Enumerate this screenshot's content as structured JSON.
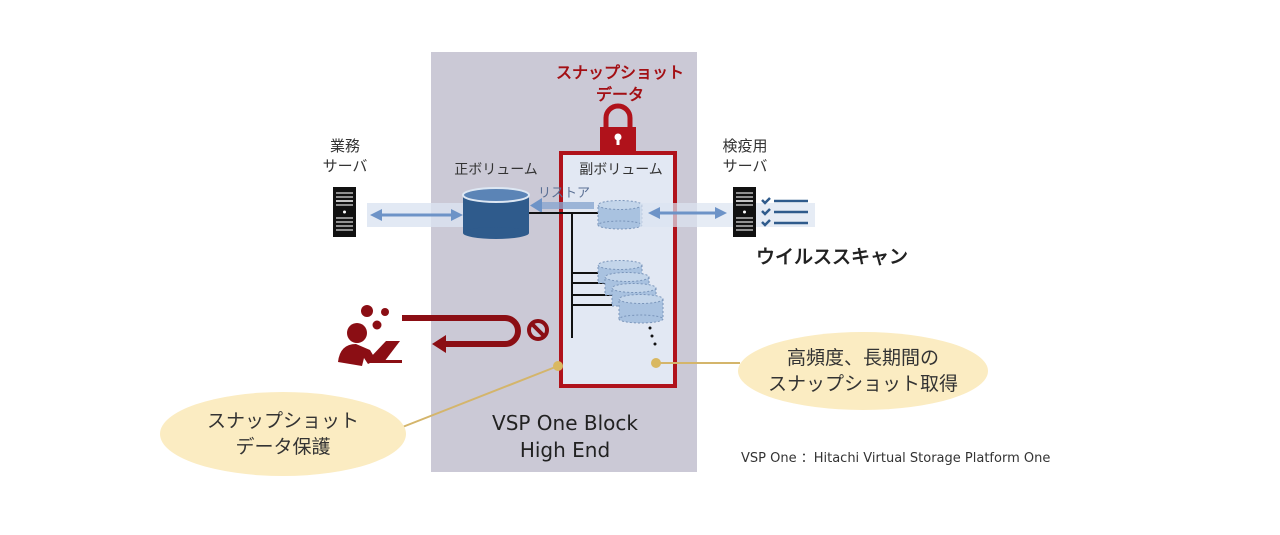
{
  "diagram": {
    "snapshot_title": [
      "スナップショット",
      "データ"
    ],
    "business_server": [
      "業務",
      "サーバ"
    ],
    "quarantine_server": [
      "検疫用",
      "サーバ"
    ],
    "primary_volume": "正ボリューム",
    "secondary_volume": "副ボリューム",
    "restore": "リストア",
    "virus_scan": "ウイルススキャン",
    "product": [
      "VSP One Block",
      "High End"
    ],
    "callout_left": [
      "スナップショット",
      "データ保護"
    ],
    "callout_right": [
      "高頻度、長期間の",
      "スナップショット取得"
    ],
    "footnote": "VSP One ：Hitachi Virtual Storage Platform One",
    "colors": {
      "accent_red": "#b0121b",
      "dark_red": "#8b0e14",
      "volume_blue": "#2f5b8c",
      "snapshot_blue": "#a9c2e0",
      "callout": "#fbecc2",
      "storage_bg": "#cbc9d6"
    }
  }
}
